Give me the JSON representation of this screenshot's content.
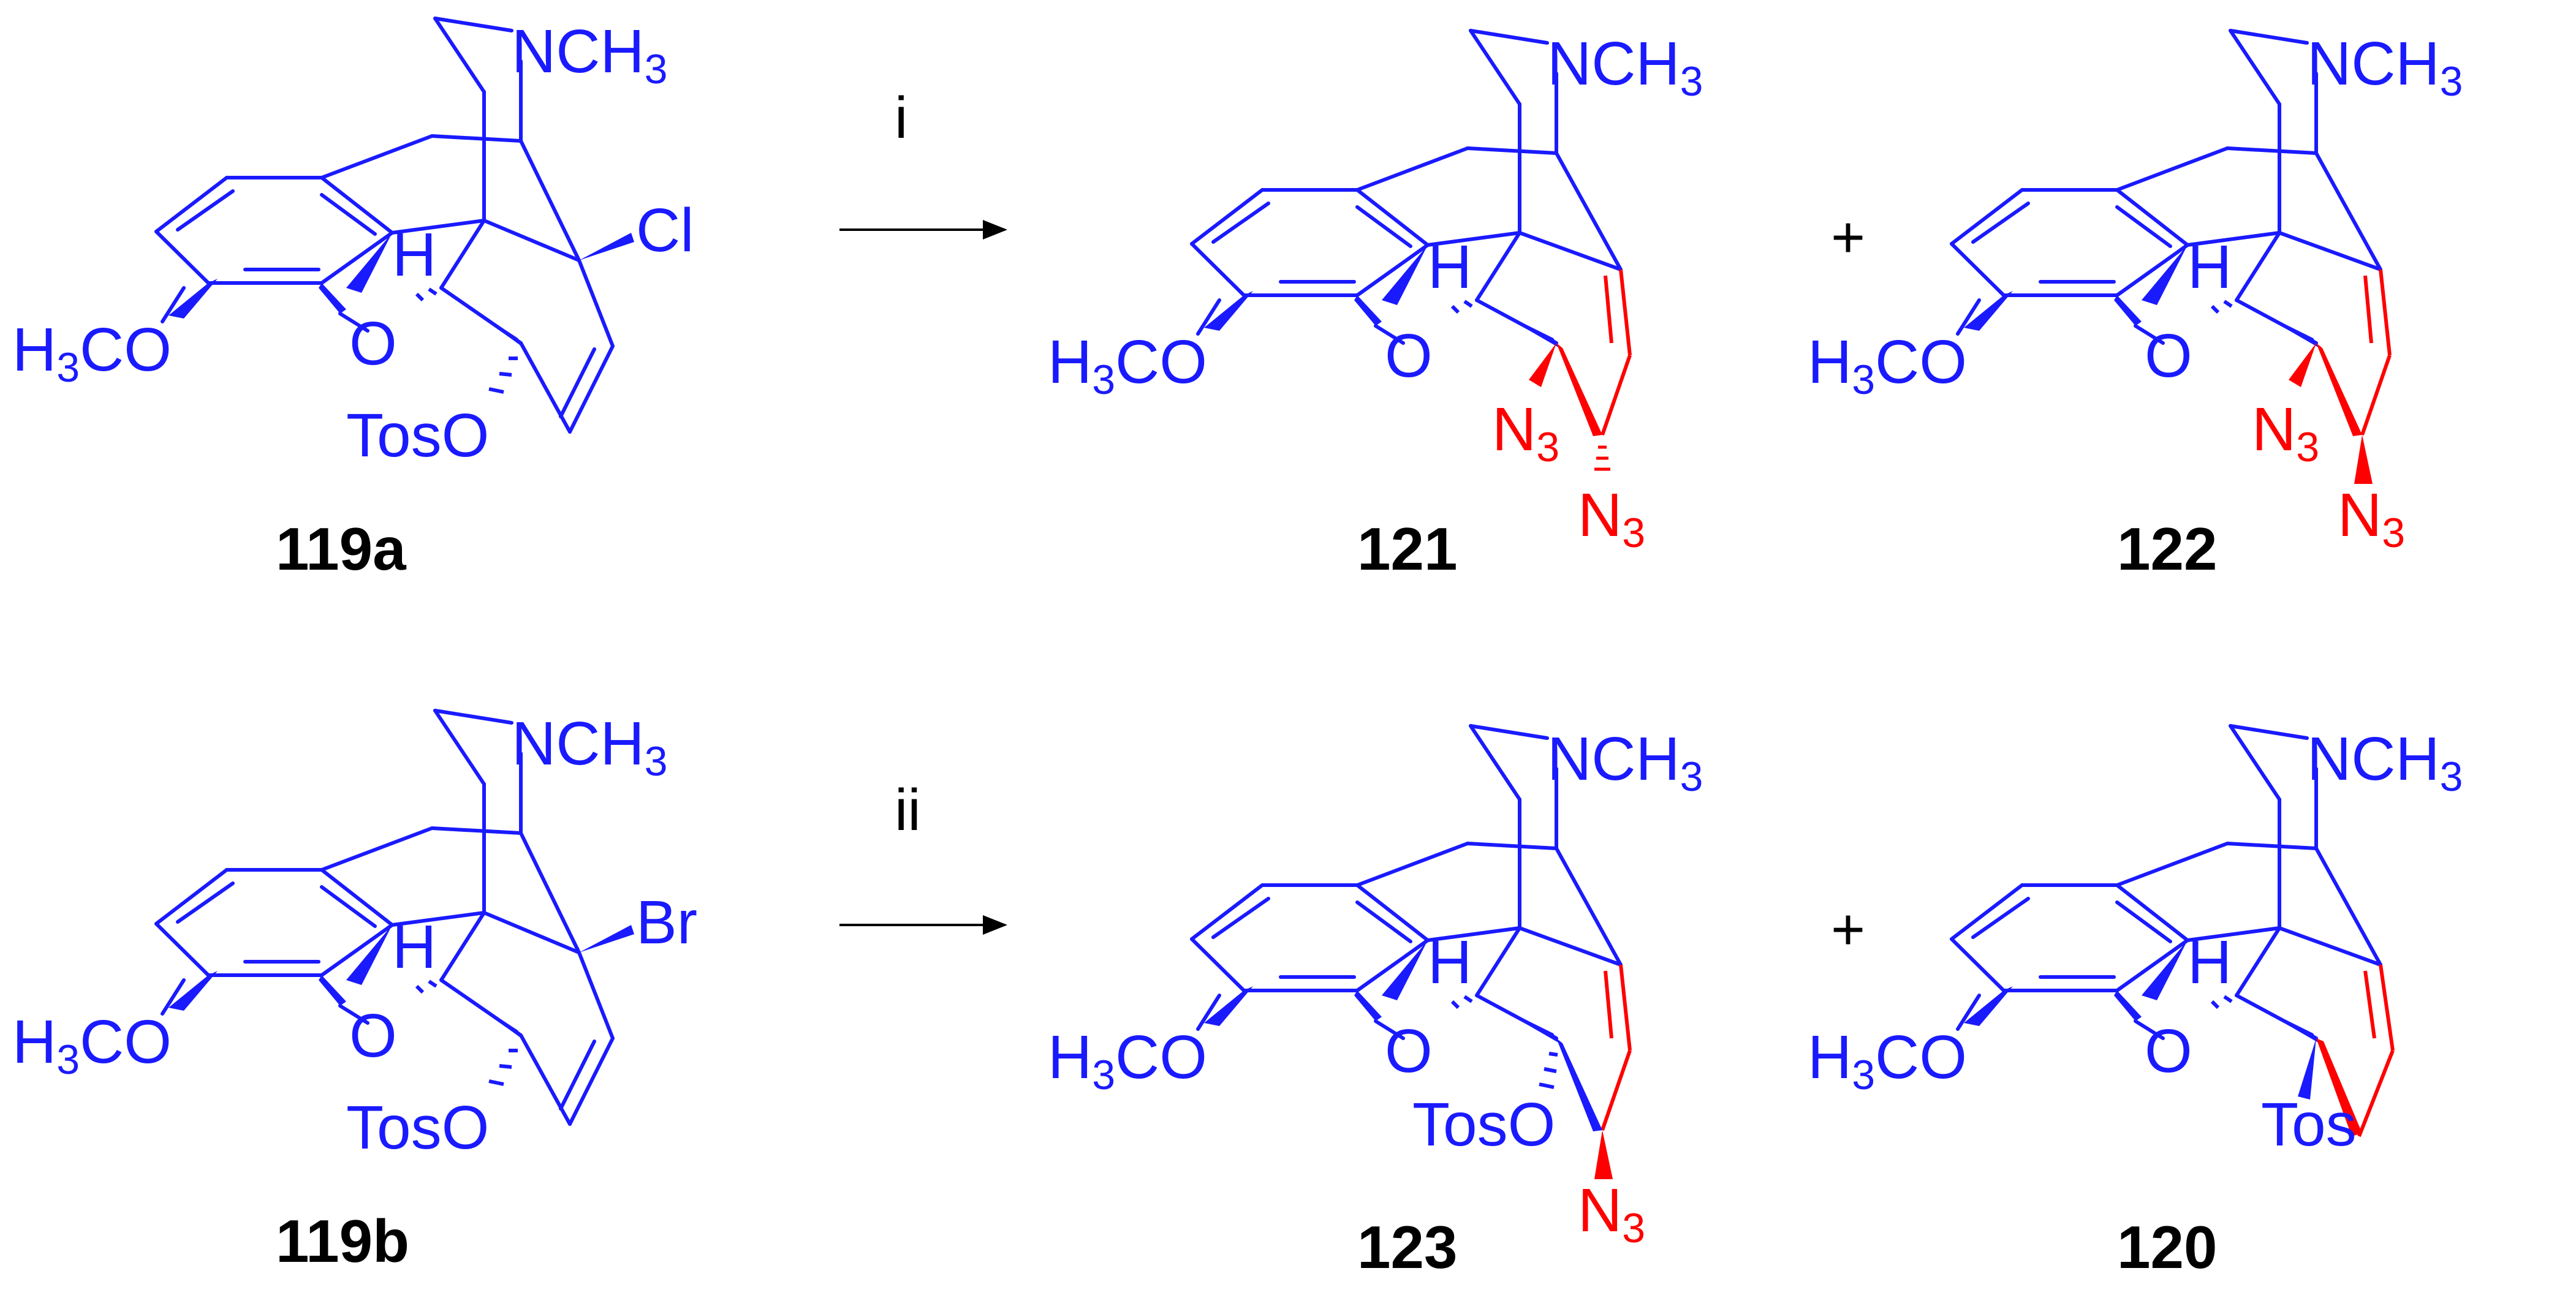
{
  "scheme": {
    "reaction_1": {
      "reactant": {
        "label": "119a",
        "halogen": "Cl"
      },
      "reagent": "i",
      "plus": "+",
      "products": [
        {
          "label": "121",
          "substituent_a": "N",
          "substituent_a_sub": "3",
          "substituent_b": "N",
          "substituent_b_sub": "3"
        },
        {
          "label": "122",
          "substituent_a": "N",
          "substituent_a_sub": "3",
          "substituent_b": "N",
          "substituent_b_sub": "3"
        }
      ]
    },
    "reaction_2": {
      "reactant": {
        "label": "119b",
        "halogen": "Br"
      },
      "reagent": "ii",
      "plus": "+",
      "products": [
        {
          "label": "123",
          "substituent_a": "TosO",
          "substituent_b": "N",
          "substituent_b_sub": "3"
        },
        {
          "label": "120",
          "substituent_a": "Tos"
        }
      ]
    },
    "common_atoms": {
      "amine": "NCH",
      "amine_sub": "3",
      "methoxy_pre": "H",
      "methoxy_sub": "3",
      "methoxy_post": "CO",
      "ring_oxygen": "O",
      "hydrogen": "H",
      "tosyloxy": "TosO"
    },
    "colors": {
      "skeleton": "#1a1aff",
      "highlight": "#ff0000",
      "labels": "#000000"
    }
  }
}
